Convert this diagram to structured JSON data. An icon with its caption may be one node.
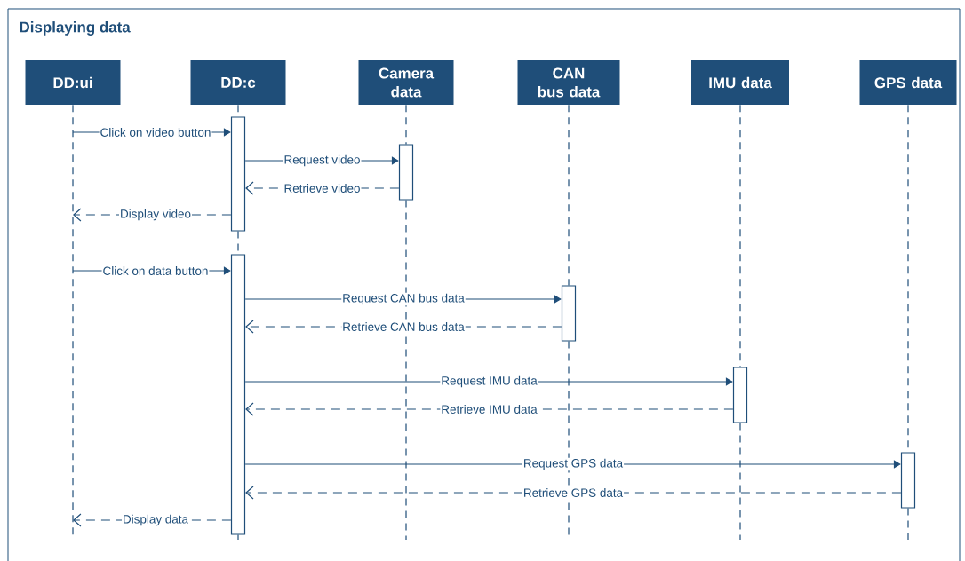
{
  "diagram": {
    "title": "Displaying data",
    "nodes": [
      {
        "text": [
          "DD:ui"
        ]
      },
      {
        "text": [
          "DD:c"
        ]
      },
      {
        "text": [
          "Camera data"
        ]
      },
      {
        "text": [
          "CAN bus data"
        ]
      },
      {
        "text": [
          "IMU data"
        ]
      },
      {
        "text": [
          "GPS data"
        ]
      },
      {
        "text": [],
        "shape": "bar"
      },
      {
        "text": [],
        "shape": "bar"
      },
      {
        "text": [],
        "shape": "bar"
      },
      {
        "text": [],
        "shape": "bar"
      },
      {
        "text": [],
        "shape": "bar"
      },
      {
        "text": [],
        "shape": "bar"
      }
    ],
    "edges": [
      {
        "from": null,
        "to": 6,
        "arrow": "to",
        "label": "Click on video button"
      },
      {
        "from": 6,
        "to": 7,
        "arrow": "to",
        "label": "Request video"
      },
      {
        "from": 7,
        "to": 6,
        "arrow": "to",
        "label": "Retrieve video",
        "style": "dashed"
      },
      {
        "from": 6,
        "to": null,
        "arrow": "to",
        "label": "Display video",
        "style": "dashed"
      },
      {
        "from": null,
        "to": 8,
        "arrow": "to",
        "label": "Click on data button"
      },
      {
        "from": 8,
        "to": 9,
        "arrow": "to",
        "label": "Request CAN bus data"
      },
      {
        "from": 9,
        "to": 8,
        "arrow": "to",
        "label": "Retrieve CAN bus data",
        "style": "dashed"
      },
      {
        "from": 8,
        "to": 10,
        "arrow": "to",
        "label": "Request IMU data"
      },
      {
        "from": 10,
        "to": 8,
        "arrow": "to",
        "label": "Retrieve IMU data",
        "style": "dashed"
      },
      {
        "from": 8,
        "to": 11,
        "arrow": "to",
        "label": "Request GPS data"
      },
      {
        "from": 11,
        "to": 8,
        "arrow": "to",
        "label": "Retrieve GPS data",
        "style": "dashed"
      },
      {
        "from": 8,
        "to": null,
        "arrow": "to",
        "label": "Display data",
        "style": "dashed"
      },
      {
        "from": 0,
        "to": null,
        "arrow": "none",
        "style": "dashed"
      },
      {
        "from": 1,
        "to": 6,
        "arrow": "none",
        "style": "dashed"
      },
      {
        "from": 6,
        "to": 8,
        "arrow": "none",
        "style": "dashed"
      },
      {
        "from": 8,
        "to": null,
        "arrow": "none",
        "style": "dashed"
      },
      {
        "from": 2,
        "to": 7,
        "arrow": "none",
        "style": "dashed"
      },
      {
        "from": 7,
        "to": null,
        "arrow": "none",
        "style": "dashed"
      },
      {
        "from": 3,
        "to": 9,
        "arrow": "none",
        "style": "dashed"
      },
      {
        "from": 9,
        "to": null,
        "arrow": "none",
        "style": "dashed"
      },
      {
        "from": 4,
        "to": 10,
        "arrow": "none",
        "style": "dashed"
      },
      {
        "from": 10,
        "to": null,
        "arrow": "none",
        "style": "dashed"
      },
      {
        "from": 5,
        "to": 11,
        "arrow": "none",
        "style": "dashed"
      },
      {
        "from": 11,
        "to": null,
        "arrow": "none",
        "style": "dashed"
      }
    ]
  }
}
